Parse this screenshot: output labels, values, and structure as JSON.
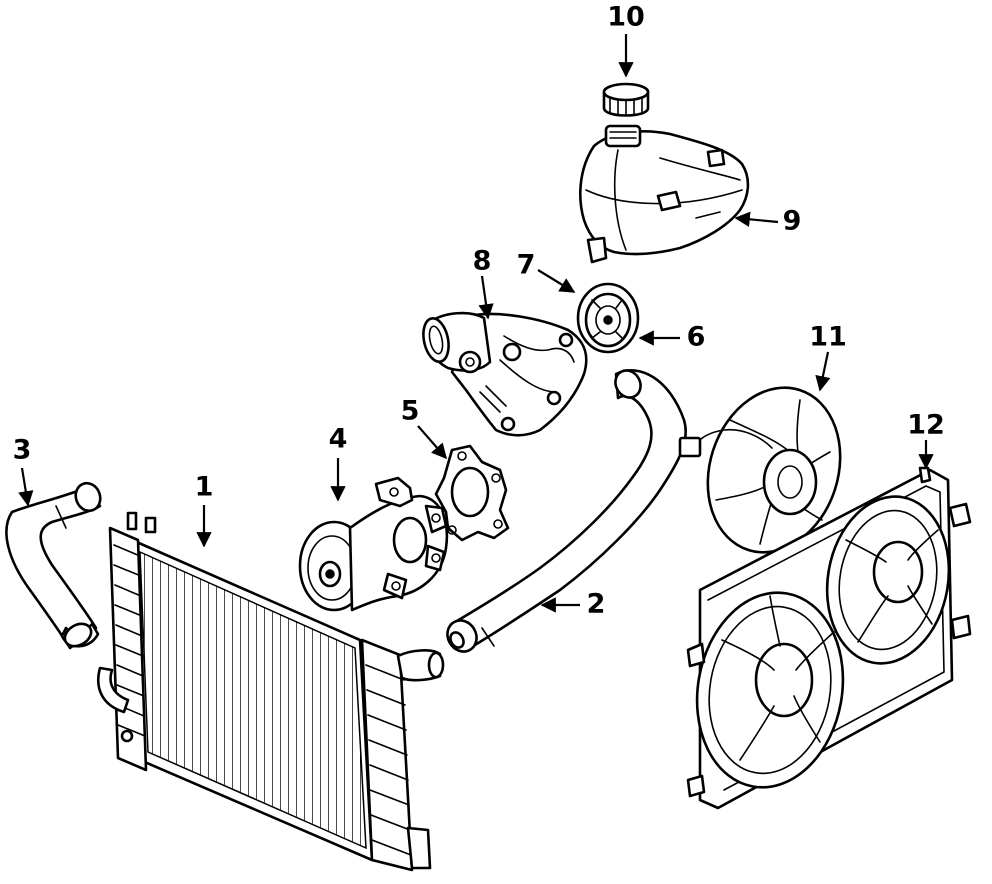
{
  "diagram": {
    "type": "exploded-parts-diagram",
    "callouts": [
      {
        "id": "1",
        "label": "1"
      },
      {
        "id": "2",
        "label": "2"
      },
      {
        "id": "3",
        "label": "3"
      },
      {
        "id": "4",
        "label": "4"
      },
      {
        "id": "5",
        "label": "5"
      },
      {
        "id": "6",
        "label": "6"
      },
      {
        "id": "7",
        "label": "7"
      },
      {
        "id": "8",
        "label": "8"
      },
      {
        "id": "9",
        "label": "9"
      },
      {
        "id": "10",
        "label": "10"
      },
      {
        "id": "11",
        "label": "11"
      },
      {
        "id": "12",
        "label": "12"
      }
    ]
  }
}
